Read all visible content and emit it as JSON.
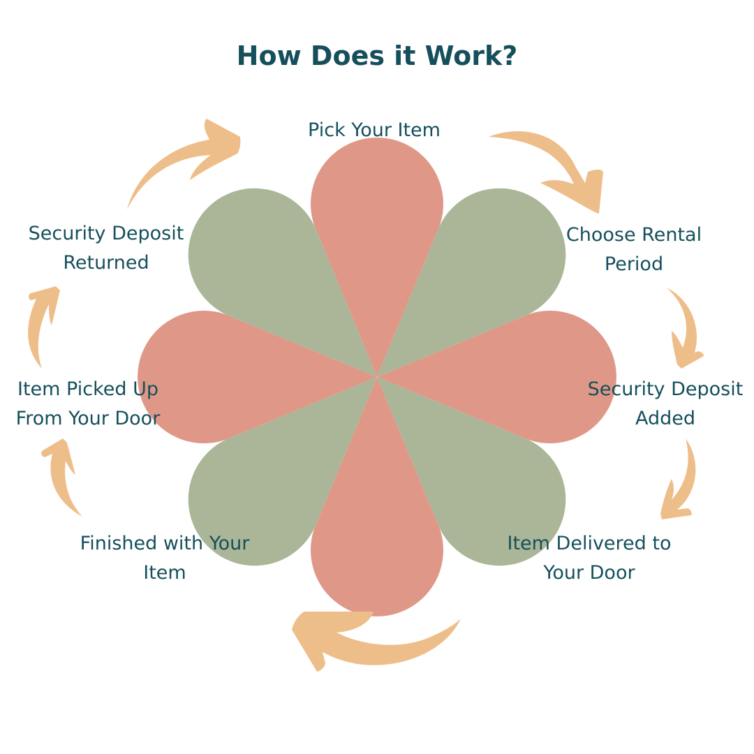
{
  "title": "How Does it Work?",
  "colors": {
    "text": "#154F5C",
    "petal_a": "#DF9888",
    "petal_b": "#AAB697",
    "arrow": "#EEBE8A",
    "background": "#FFFFFF"
  },
  "flower": {
    "petal_count": 8,
    "petal_colors_clockwise_from_top": [
      "petal_a",
      "petal_b",
      "petal_a",
      "petal_b",
      "petal_a",
      "petal_b",
      "petal_a",
      "petal_b"
    ]
  },
  "steps": [
    {
      "id": "pick-your-item",
      "lines": [
        "Pick Your Item"
      ]
    },
    {
      "id": "choose-rental-period",
      "lines": [
        "Choose Rental",
        "Period"
      ]
    },
    {
      "id": "security-deposit-added",
      "lines": [
        "Security Deposit",
        "Added"
      ]
    },
    {
      "id": "item-delivered",
      "lines": [
        "Item Delivered to",
        "Your Door"
      ]
    },
    {
      "id": "finished-with-item",
      "lines": [
        "Finished with Your",
        "Item"
      ]
    },
    {
      "id": "item-picked-up",
      "lines": [
        "Item Picked Up",
        "From Your Door"
      ]
    },
    {
      "id": "security-deposit-returned",
      "lines": [
        "Security Deposit",
        "Returned"
      ]
    }
  ],
  "flow_direction": "clockwise"
}
